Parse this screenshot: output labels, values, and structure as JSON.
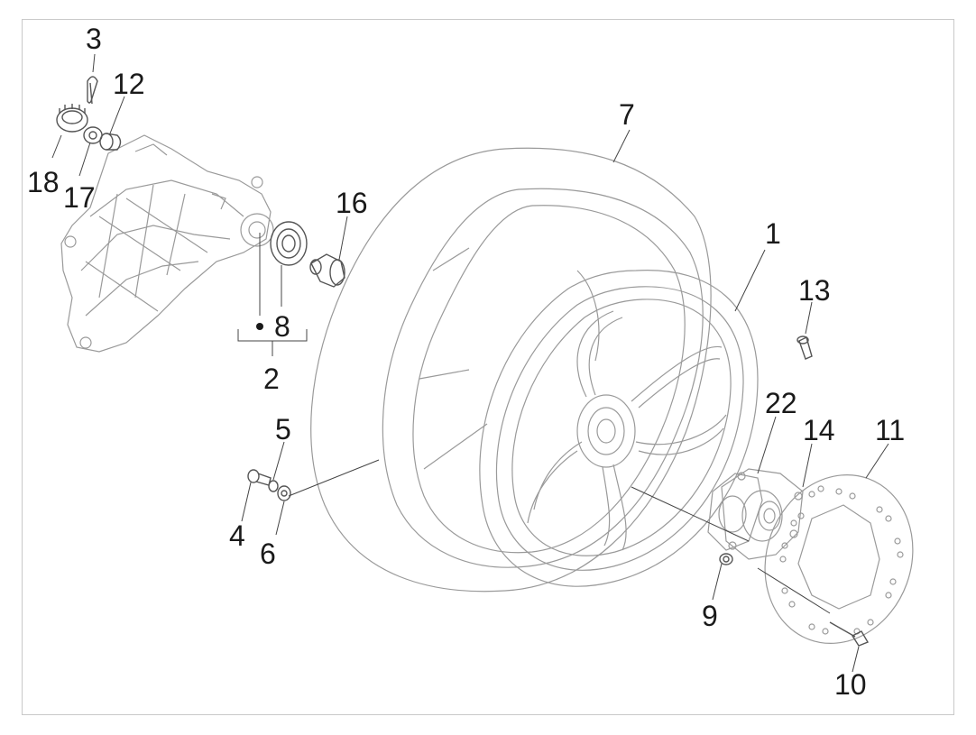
{
  "diagram": {
    "callouts": [
      {
        "id": "c3",
        "label": "3"
      },
      {
        "id": "c12",
        "label": "12"
      },
      {
        "id": "c18",
        "label": "18"
      },
      {
        "id": "c17",
        "label": "17"
      },
      {
        "id": "c7",
        "label": "7"
      },
      {
        "id": "c16",
        "label": "16"
      },
      {
        "id": "c1",
        "label": "1"
      },
      {
        "id": "c13",
        "label": "13"
      },
      {
        "id": "c8",
        "label": "8"
      },
      {
        "id": "c2",
        "label": "2"
      },
      {
        "id": "c22",
        "label": "22"
      },
      {
        "id": "c14",
        "label": "14"
      },
      {
        "id": "c11",
        "label": "11"
      },
      {
        "id": "c5",
        "label": "5"
      },
      {
        "id": "c4",
        "label": "4"
      },
      {
        "id": "c6",
        "label": "6"
      },
      {
        "id": "c9",
        "label": "9"
      },
      {
        "id": "c10",
        "label": "10"
      }
    ],
    "colors": {
      "part_stroke": "#9a9a9a",
      "label": "#1a1a1a",
      "frame": "#c9c9c9"
    }
  }
}
